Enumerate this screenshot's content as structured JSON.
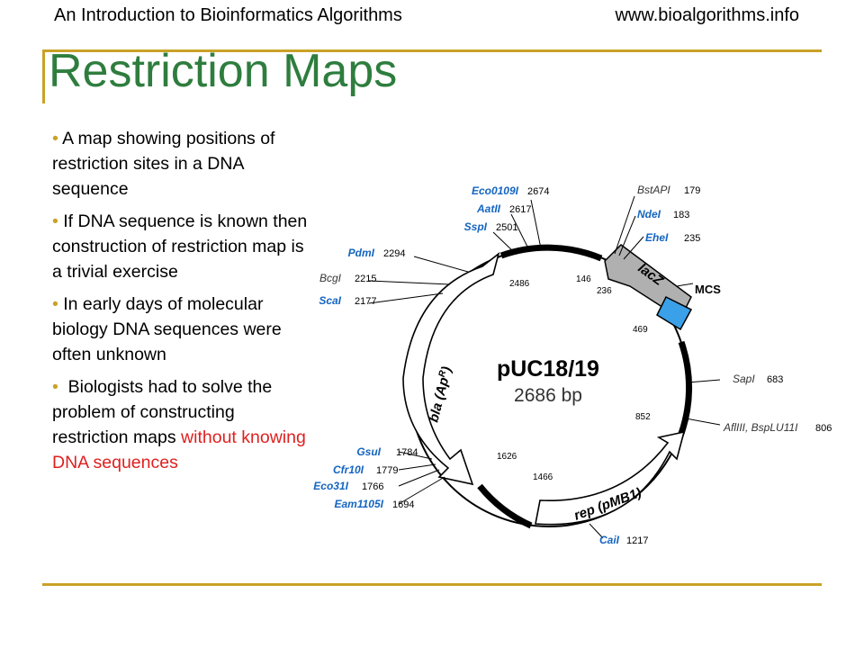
{
  "header": {
    "left": "An Introduction to Bioinformatics Algorithms",
    "right": "www.bioalgorithms.info"
  },
  "title": "Restriction Maps",
  "bullets": [
    {
      "text": "A map showing positions of restriction sites in a DNA sequence"
    },
    {
      "text": "If DNA sequence is known then construction of restriction map is a trivial exercise"
    },
    {
      "text": "In early days of molecular biology DNA sequences were often unknown"
    },
    {
      "text": " Biologists had to solve the problem of constructing restriction maps ",
      "highlight": "without knowing DNA sequences"
    }
  ],
  "colors": {
    "title": "#2e7d3e",
    "rule": "#c9a227",
    "highlight": "#e02020",
    "enzyme_blue": "#1565c0",
    "mcs_blue": "#3aa0e8",
    "lacz_gray": "#b0b0b0"
  },
  "plasmid": {
    "name": "pUC18/19",
    "size": "2686 bp",
    "genes": {
      "bla": "bla (Ap",
      "bla_sup": "R",
      "bla_close": ")",
      "rep": "rep (pMB1)",
      "lacz": "lacZ",
      "mcs": "MCS"
    },
    "inner_labels": [
      "2486",
      "146",
      "236",
      "469",
      "852",
      "1626",
      "1466"
    ],
    "sites": [
      {
        "name": "Eco0109I",
        "pos": "2674",
        "blue": true
      },
      {
        "name": "AatII",
        "pos": "2617",
        "blue": true
      },
      {
        "name": "SspI",
        "pos": "2501",
        "blue": true
      },
      {
        "name": "PdmI",
        "pos": "2294",
        "blue": true
      },
      {
        "name": "BcgI",
        "pos": "2215",
        "blue": false
      },
      {
        "name": "ScaI",
        "pos": "2177",
        "blue": true
      },
      {
        "name": "BstAPI",
        "pos": "179",
        "blue": false
      },
      {
        "name": "NdeI",
        "pos": "183",
        "blue": true
      },
      {
        "name": "EheI",
        "pos": "235",
        "blue": true
      },
      {
        "name": "SapI",
        "pos": "683",
        "blue": false
      },
      {
        "name": "AflIII, BspLU11I",
        "pos": "806",
        "blue": false
      },
      {
        "name": "CaiI",
        "pos": "1217",
        "blue": true
      },
      {
        "name": "GsuI",
        "pos": "1784",
        "blue": true
      },
      {
        "name": "Cfr10I",
        "pos": "1779",
        "blue": true
      },
      {
        "name": "Eco31I",
        "pos": "1766",
        "blue": true
      },
      {
        "name": "Eam1105I",
        "pos": "1694",
        "blue": true
      }
    ]
  }
}
